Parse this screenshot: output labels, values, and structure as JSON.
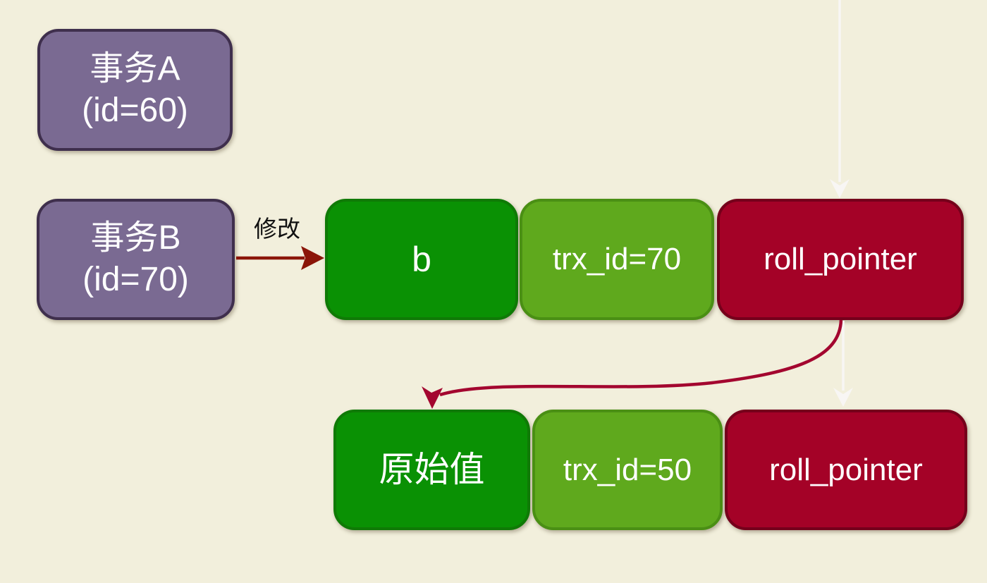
{
  "colors": {
    "background": "#f2efdc",
    "transaction_fill": "#7a6a92",
    "transaction_border": "#3f2f4d",
    "value_fill": "#0a9104",
    "value_border": "#0f7a06",
    "trx_fill": "#5fa91d",
    "trx_border": "#4a8f14",
    "roll_fill": "#a40227",
    "roll_border": "#75001b",
    "modify_arrow": "#8b1508",
    "chain_arrow": "#a3062f",
    "faint_arrow": "#f8f6f4",
    "text_on_box": "#ffffff",
    "label_text": "#111111"
  },
  "transactions": [
    {
      "name": "事务A",
      "id_label": "(id=60)"
    },
    {
      "name": "事务B",
      "id_label": "(id=70)"
    }
  ],
  "modify_label": "修改",
  "version_rows": [
    {
      "value": "b",
      "trx_id": "trx_id=70",
      "roll_pointer": "roll_pointer"
    },
    {
      "value": "原始值",
      "trx_id": "trx_id=50",
      "roll_pointer": "roll_pointer"
    }
  ]
}
